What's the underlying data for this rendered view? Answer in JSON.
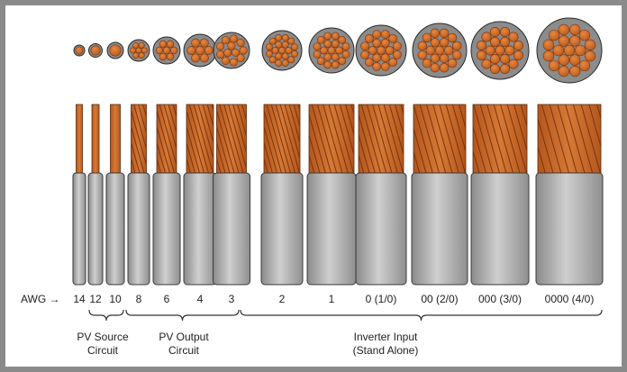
{
  "wire_labels": {
    "axis_label": "AWG →",
    "sizes": [
      "14",
      "12",
      "10",
      "8",
      "6",
      "4",
      "3",
      "2",
      "1",
      "0 (1/0)",
      "00 (2/0)",
      "000 (3/0)",
      "0000 (4/0)"
    ]
  },
  "groups": {
    "pv_source": [
      "PV Source",
      "Circuit"
    ],
    "pv_output": [
      "PV Output",
      "Circuit"
    ],
    "inverter_input": [
      "Inverter Input",
      "(Stand Alone)"
    ]
  },
  "colors": {
    "copper": "#c8692a",
    "copper_dark": "#7a3410",
    "insulation": "#9e9e9e",
    "border": "#8a8a8a"
  }
}
